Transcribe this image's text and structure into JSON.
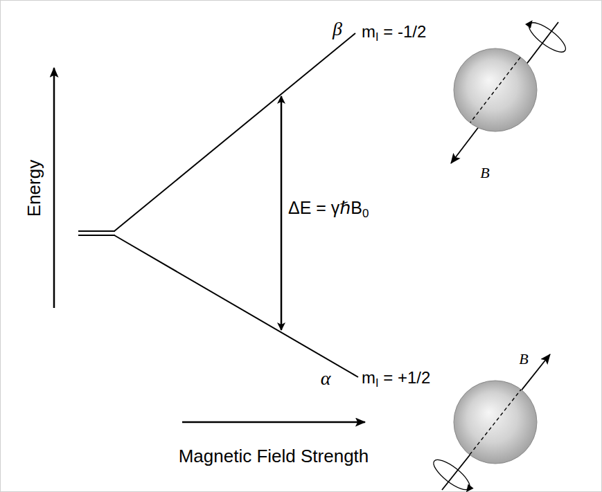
{
  "diagram": {
    "labels": [
      "Energy",
      "Magnetic Field Strength",
      "β",
      "mI = -1/2",
      "ΔE = γℏB0",
      "α",
      "mI = +1/2",
      "B",
      "B"
    ]
  }
}
